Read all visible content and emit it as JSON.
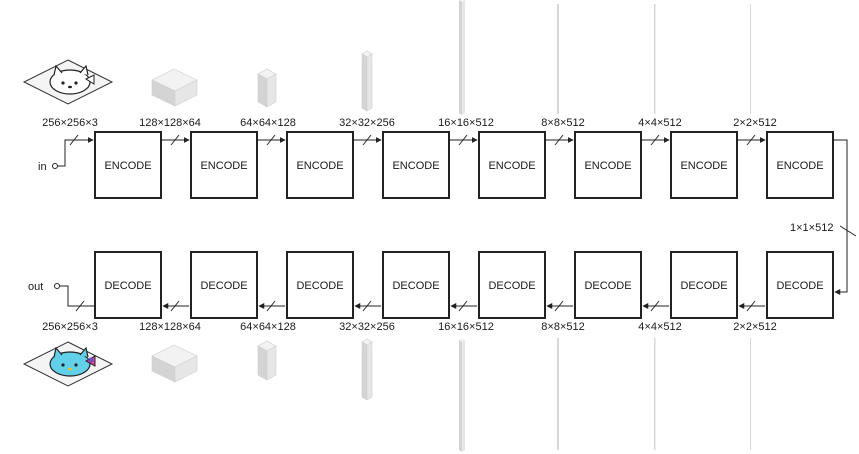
{
  "encoder": {
    "input_label": "in",
    "block_label": "ENCODE",
    "dims": [
      "256×256×3",
      "128×128×64",
      "64×64×128",
      "32×32×256",
      "16×16×512",
      "8×8×512",
      "4×4×512",
      "2×2×512"
    ]
  },
  "bottleneck": {
    "dim": "1×1×512"
  },
  "decoder": {
    "output_label": "out",
    "block_label": "DECODE",
    "dims": [
      "256×256×3",
      "128×128×64",
      "64×64×128",
      "32×32×256",
      "16×16×512",
      "8×8×512",
      "4×4×512",
      "2×2×512"
    ]
  },
  "colors": {
    "line": "#222222",
    "tensor_top": "#f2f2f2",
    "tensor_left": "#d4d4d4",
    "tensor_right": "#e6e6e6",
    "input_face": "#ffffff",
    "output_face": "#62d0e8",
    "output_bow": "#e8409a"
  },
  "icons": {
    "input_image": "hello-kitty-sketch-icon",
    "output_image": "hello-kitty-colored-icon"
  }
}
